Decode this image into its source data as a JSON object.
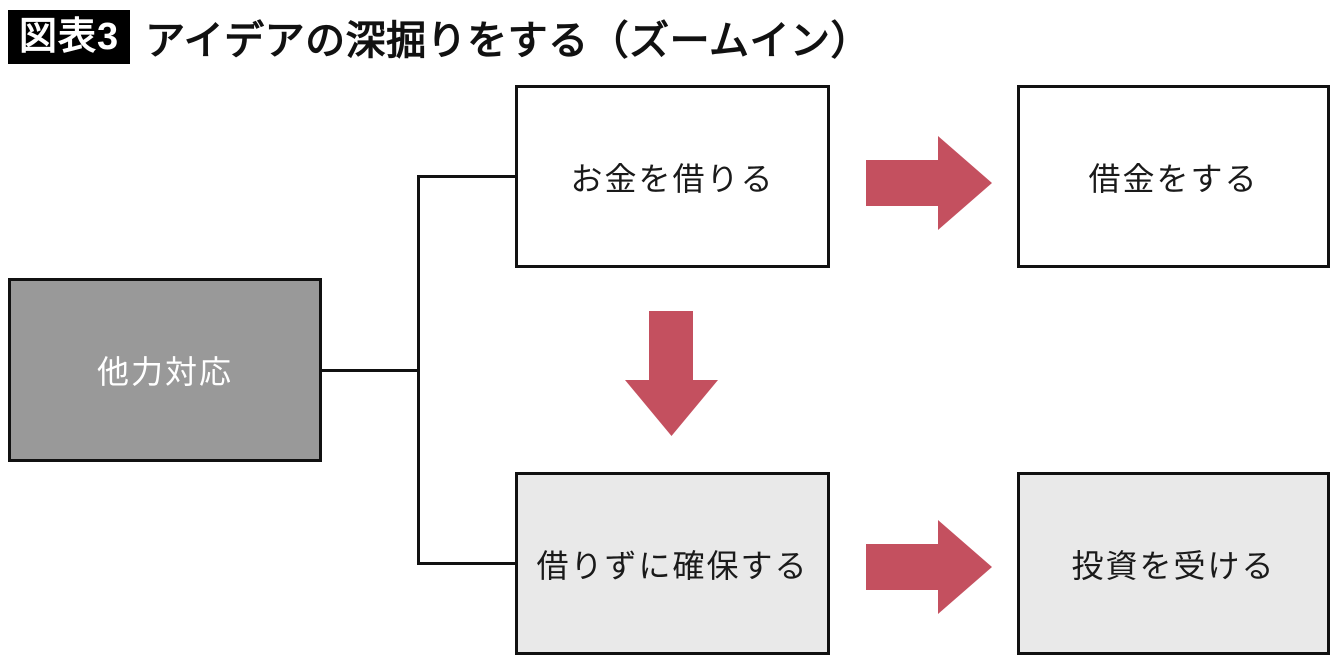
{
  "title": {
    "badge": "図表3",
    "text": "アイデアの深掘りをする（ズームイン）"
  },
  "nodes": {
    "root": {
      "label": "他力対応"
    },
    "idea_top": {
      "label": "お金を借りる"
    },
    "result_top": {
      "label": "借金をする"
    },
    "idea_bottom": {
      "label": "借りずに確保する"
    },
    "result_bottom": {
      "label": "投資を受ける"
    }
  },
  "icons": {
    "arrow_top": "right-arrow-icon",
    "arrow_middle": "down-arrow-icon",
    "arrow_bottom": "right-arrow-icon"
  },
  "colors": {
    "accent_arrow": "#c4505f",
    "root_fill": "#999999",
    "root_text": "#ffffff",
    "white_fill": "#ffffff",
    "light_fill": "#e9e9e9",
    "node_text": "#1a1a1a",
    "border": "#111111",
    "line": "#111111",
    "badge_bg": "#000000",
    "badge_text": "#ffffff",
    "title_text": "#111111"
  }
}
